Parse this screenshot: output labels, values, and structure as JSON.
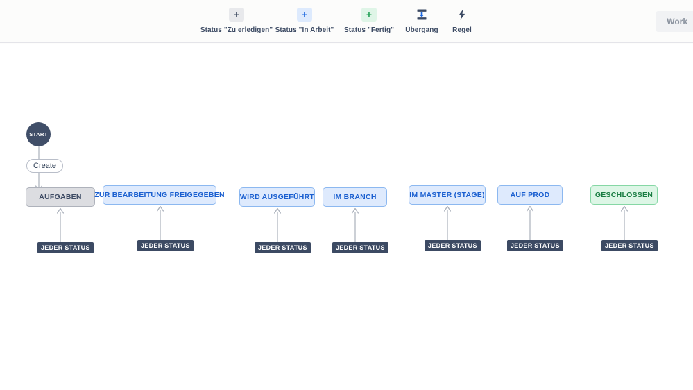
{
  "toolbar": {
    "tools": [
      {
        "label": "Status \"Zu erledigen\"",
        "icon": "plus-icon",
        "glyph": "+"
      },
      {
        "label": "Status \"In Arbeit\"",
        "icon": "plus-icon",
        "glyph": "+"
      },
      {
        "label": "Status \"Fertig\"",
        "icon": "plus-icon",
        "glyph": "+"
      },
      {
        "label": "Übergang",
        "icon": "transition-icon"
      },
      {
        "label": "Regel",
        "icon": "lightning-bolt-icon",
        "glyph": "⚡"
      }
    ],
    "work_button_label": "Work"
  },
  "canvas": {
    "start_label": "START",
    "create_label": "Create",
    "any_status_label": "JEDER STATUS",
    "nodes": [
      {
        "label": "AUFGABEN",
        "status": "todo"
      },
      {
        "label": "ZUR BEARBEITUNG FREIGEGEBEN",
        "status": "inprogress"
      },
      {
        "label": "WIRD AUSGEFÜHRT",
        "status": "inprogress"
      },
      {
        "label": "IM BRANCH",
        "status": "inprogress"
      },
      {
        "label": "IM MASTER (STAGE)",
        "status": "inprogress"
      },
      {
        "label": "AUF PROD",
        "status": "inprogress"
      },
      {
        "label": "GESCHLOSSEN",
        "status": "done"
      }
    ]
  },
  "colors": {
    "todo_bg": "#dcdde1",
    "inprogress_bg": "#deeafd",
    "done_bg": "#ddf6e6",
    "start_bg": "#404e68",
    "badge_bg": "#3c4a63",
    "accent_blue": "#1a5fd0",
    "accent_green": "#1a7d43"
  }
}
